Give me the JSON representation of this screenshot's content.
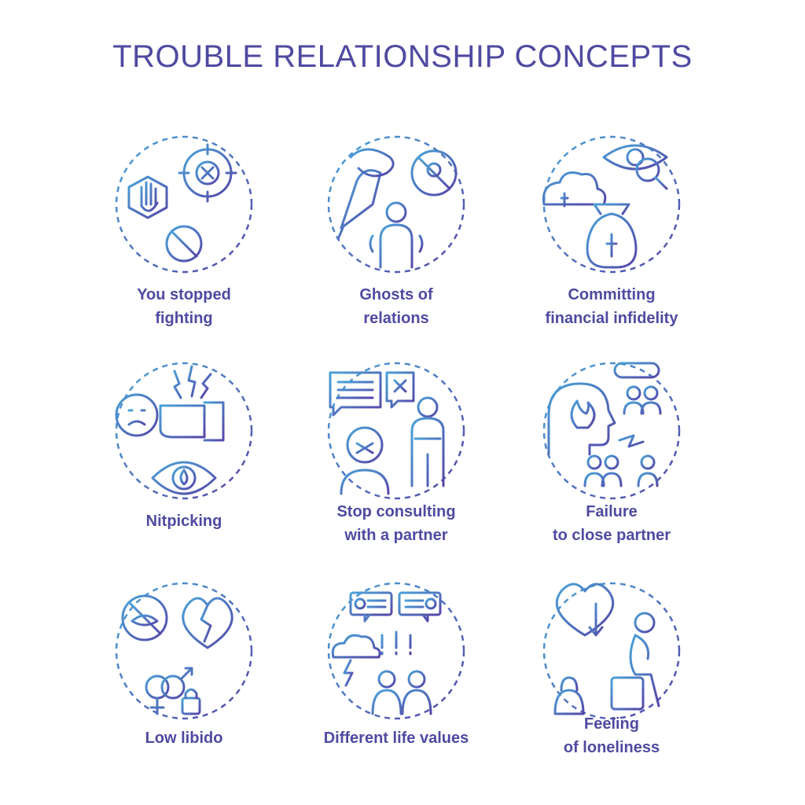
{
  "title": "TROUBLE RELATIONSHIP CONCEPTS",
  "colors": {
    "text": "#4f4aa0",
    "gradient_start": "#4aa3d8",
    "gradient_end": "#5546a8"
  },
  "concepts": [
    {
      "line1": "You stopped",
      "line2": "fighting",
      "icon": "stop-hand-target-ban-icon"
    },
    {
      "line1": "Ghosts of",
      "line2": "relations",
      "icon": "ghost-person-icon"
    },
    {
      "line1": "Committing",
      "line2": "financial infidelity",
      "icon": "money-bag-eye-icon"
    },
    {
      "line1": "Nitpicking",
      "line2": "",
      "icon": "pointing-finger-face-icon"
    },
    {
      "line1": "Stop consulting",
      "line2": "with a partner",
      "icon": "speech-bubbles-people-icon"
    },
    {
      "line1": "Failure",
      "line2": "to close partner",
      "icon": "head-fire-group-icon"
    },
    {
      "line1": "Low libido",
      "line2": "",
      "icon": "broken-heart-gender-icon"
    },
    {
      "line1": "Different life values",
      "line2": "",
      "icon": "cloud-lightning-argument-icon"
    },
    {
      "line1": "Feeling",
      "line2": "of loneliness",
      "icon": "sad-person-heart-icon"
    }
  ]
}
